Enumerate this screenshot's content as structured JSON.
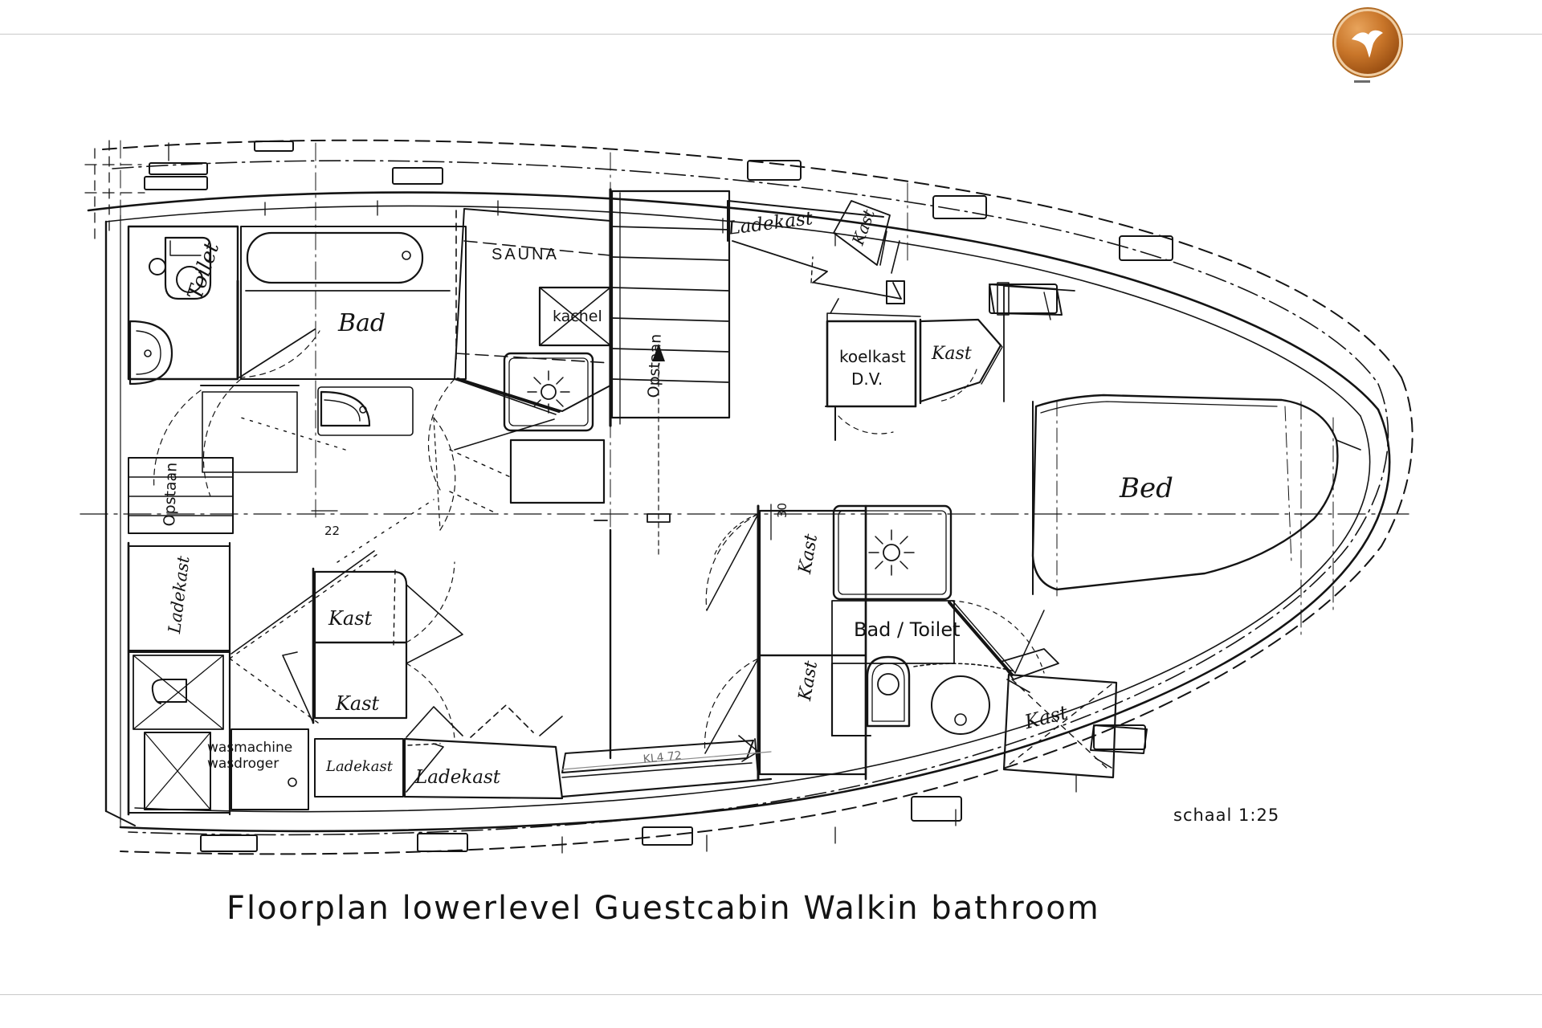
{
  "document": {
    "type": "hand-drawn-boat-floorplan",
    "caption": "Floorplan lowerlevel  Guestcabin  Walkin bathroom",
    "scale": "schaal 1:25",
    "background_color": "#ffffff",
    "ink_color": "#141414"
  },
  "logo": {
    "name": "bird-sail-logo",
    "shape": "circular-badge",
    "ring_color": "#b06a24",
    "fill_color": "#c9762a",
    "glyph_color": "#ffffff"
  },
  "labels": {
    "toilet": "Toilet",
    "bad": "Bad",
    "sauna": "SAUNA",
    "kachel": "kachel",
    "opstaan_left": "Opstaan",
    "opstaan_mid": "Opstaan",
    "ladekast_top": "Ladekast",
    "kast_top_right": "Kast",
    "koelkast": "koelkast",
    "koelkast_dv": "D.V.",
    "kast_next_koelkast": "Kast",
    "bed": "Bed",
    "kast_mid_upper": "Kast",
    "kast_mid_lower": "Kast",
    "bad_toilet": "Bad / Toilet",
    "kast_bottom_right": "Kast",
    "ladekast_left": "Ladekast",
    "kast_left_upper": "Kast",
    "kast_left_lower": "Kast",
    "ladekast_bottom_small": "Ladekast",
    "ladekast_bottom_large": "Ladekast",
    "wasmachine": "wasmachine",
    "wasdroger": "wasdroger",
    "dim_22": "22",
    "dim_30": "30",
    "faint_mark": "KL4  72"
  }
}
